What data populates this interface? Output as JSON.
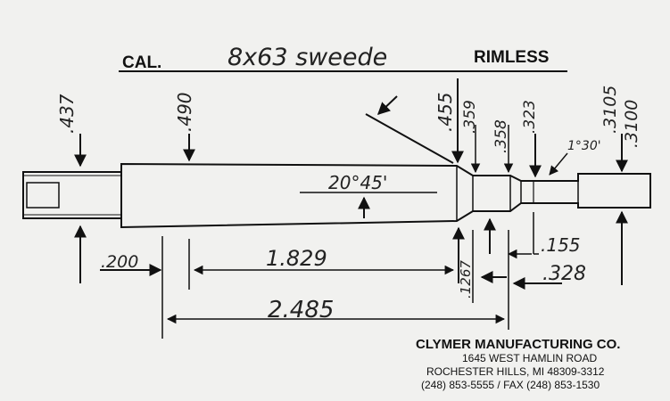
{
  "title": {
    "cal_label": "CAL.",
    "caliber": "8x63 sweede",
    "type": "RIMLESS"
  },
  "dimensions": {
    "d437": ".437",
    "d490": ".490",
    "d455": ".455",
    "d359": ".359",
    "d358": ".358",
    "d323": ".323",
    "d3105": ".3105",
    "d3100": ".3100",
    "shoulder_angle": "20°45'",
    "throat_angle": "1°30'",
    "l200": ".200",
    "l1829": "1.829",
    "l1267": ".1267",
    "l155": ".155",
    "l328": ".328",
    "l2485": "2.485"
  },
  "company": {
    "name": "CLYMER MANUFACTURING CO.",
    "address1": "1645 WEST HAMLIN ROAD",
    "address2": "ROCHESTER HILLS, MI 48309-3312",
    "phone": "(248) 853-5555 / FAX (248) 853-1530"
  }
}
